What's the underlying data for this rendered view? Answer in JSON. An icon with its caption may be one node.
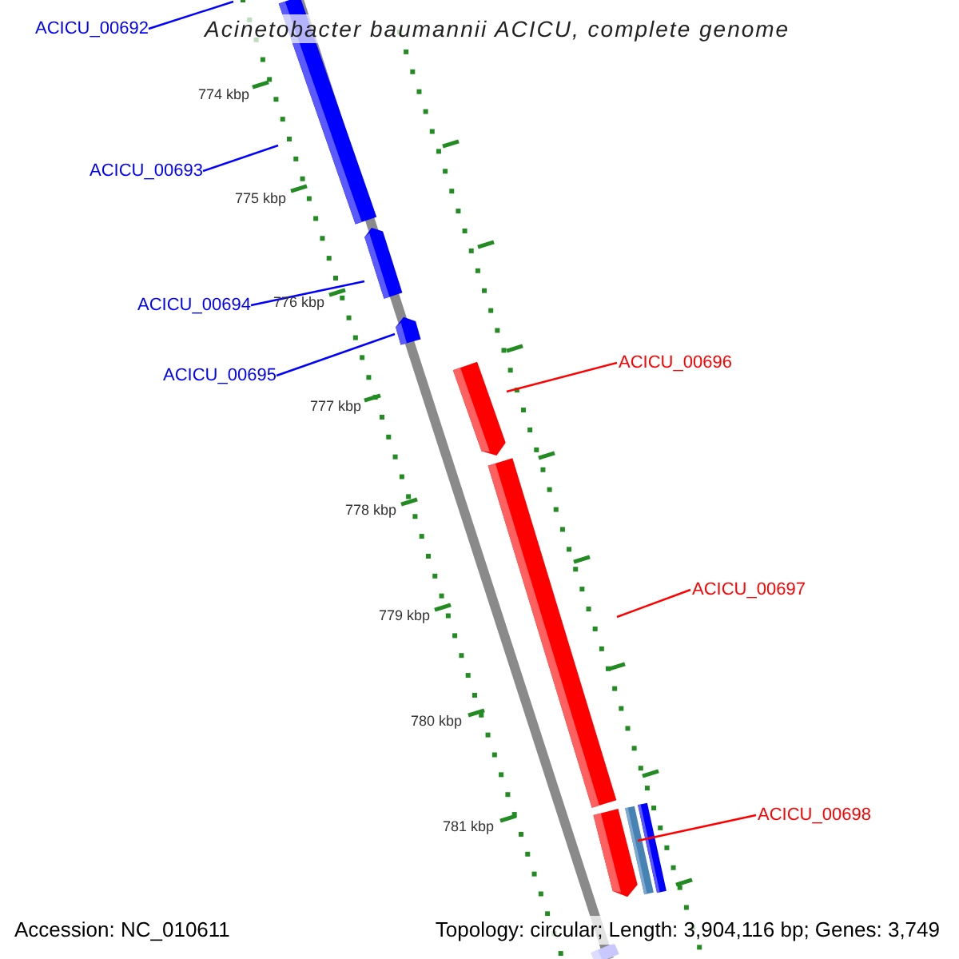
{
  "diagram": {
    "title": "Acinetobacter baumannii ACICU, complete genome",
    "nodes": [
      {
        "text": [
          "ACICU_00692"
        ]
      },
      {
        "text": [
          "ACICU_00693"
        ]
      },
      {
        "text": [
          "ACICU_00694"
        ]
      },
      {
        "text": [
          "ACICU_00695"
        ]
      },
      {
        "text": [
          "ACICU_00696"
        ]
      },
      {
        "text": [
          "ACICU_00697"
        ]
      },
      {
        "text": [
          "ACICU_00698"
        ]
      },
      {
        "text": [],
        "shape": "bar"
      },
      {
        "text": [],
        "shape": "bar"
      },
      {
        "text": [],
        "shape": "bar"
      },
      {
        "text": [],
        "shape": "bar"
      },
      {
        "text": [],
        "shape": "bar"
      },
      {
        "text": [],
        "shape": "bar"
      },
      {
        "text": [],
        "shape": "bar"
      },
      {
        "text": [],
        "shape": "bar"
      },
      {
        "text": [],
        "shape": "bar"
      }
    ],
    "edges": [
      {
        "from": 0,
        "to": null,
        "arrow": "none"
      },
      {
        "from": 1,
        "to": 7,
        "arrow": "none"
      },
      {
        "from": 2,
        "to": 8,
        "arrow": "none"
      },
      {
        "from": 3,
        "to": 9,
        "arrow": "none"
      },
      {
        "from": 4,
        "to": 10,
        "arrow": "none",
        "color": "#ff0000"
      },
      {
        "from": 5,
        "to": 11,
        "arrow": "none",
        "color": "#ff0000"
      },
      {
        "from": 6,
        "to": 12,
        "arrow": "none",
        "color": "#ff0000"
      }
    ],
    "labels": [
      "774 kbp",
      "775 kbp",
      "776 kbp",
      "777 kbp",
      "778 kbp",
      "779 kbp",
      "780 kbp",
      "781 kbp",
      "Accession: NC_010611",
      "Topology: circular; Length: 3,904,116 bp; Genes: 3,749"
    ]
  }
}
